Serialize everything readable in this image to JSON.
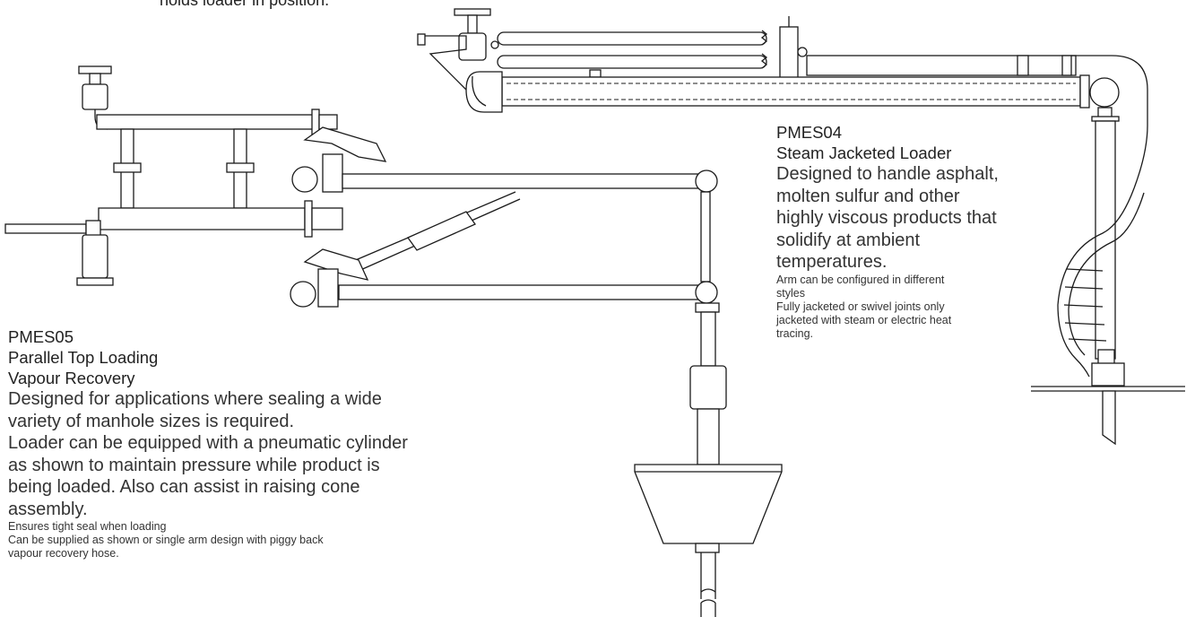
{
  "top_caption_fragment": "holds loader in position.",
  "pmes04": {
    "code": "PMES04",
    "title": "Steam Jacketed Loader",
    "body_lines": [
      "Designed to handle asphalt,",
      "molten sulfur and other",
      "highly viscous products that",
      "solidify at ambient",
      "temperatures."
    ],
    "note_lines": [
      "Arm can be configured in different",
      "styles",
      "Fully jacketed or swivel joints only",
      "jacketed with steam or electric heat",
      "tracing."
    ]
  },
  "pmes05": {
    "code": "PMES05",
    "title_lines": [
      "Parallel Top Loading",
      "Vapour Recovery"
    ],
    "body_lines": [
      "Designed for applications where sealing a wide",
      "variety of manhole sizes is required.",
      "Loader can be equipped with a pneumatic cylinder",
      "as shown to maintain pressure while product is",
      "being loaded. Also can assist in raising cone",
      "assembly."
    ],
    "note_lines": [
      "Ensures tight seal when loading",
      "Can be supplied as shown or single arm design with piggy back",
      "vapour recovery hose."
    ]
  }
}
